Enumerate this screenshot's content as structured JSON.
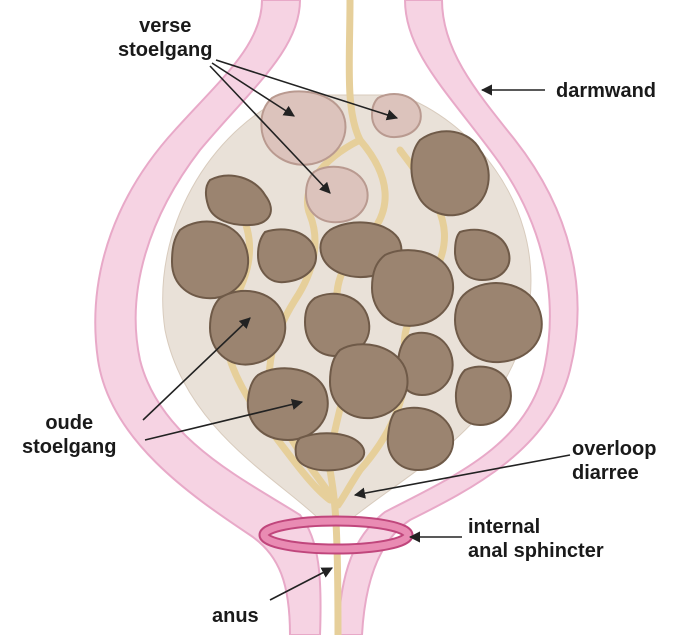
{
  "labels": {
    "verse_stoelgang": [
      "verse",
      "stoelgang"
    ],
    "darmwand": "darmwand",
    "oude_stoelgang": [
      "oude",
      "stoelgang"
    ],
    "overloop_diarree": [
      "overloop",
      "diarree"
    ],
    "internal_anal_sphincter": [
      "internal",
      "anal sphincter"
    ],
    "anus": "anus"
  },
  "colors": {
    "wall_fill": "#f6d3e3",
    "wall_stroke": "#e8a9c8",
    "lumen_fill": "#e9e1d8",
    "stool_old": "#9b8470",
    "stool_old_dark": "#6f5a48",
    "stool_fresh": "#dcc3bc",
    "stool_fresh_dark": "#b99a90",
    "liquid": "#e6cf9a",
    "sphincter": "#e98bb3",
    "sphincter_dark": "#c0467c",
    "arrow": "#222222"
  }
}
